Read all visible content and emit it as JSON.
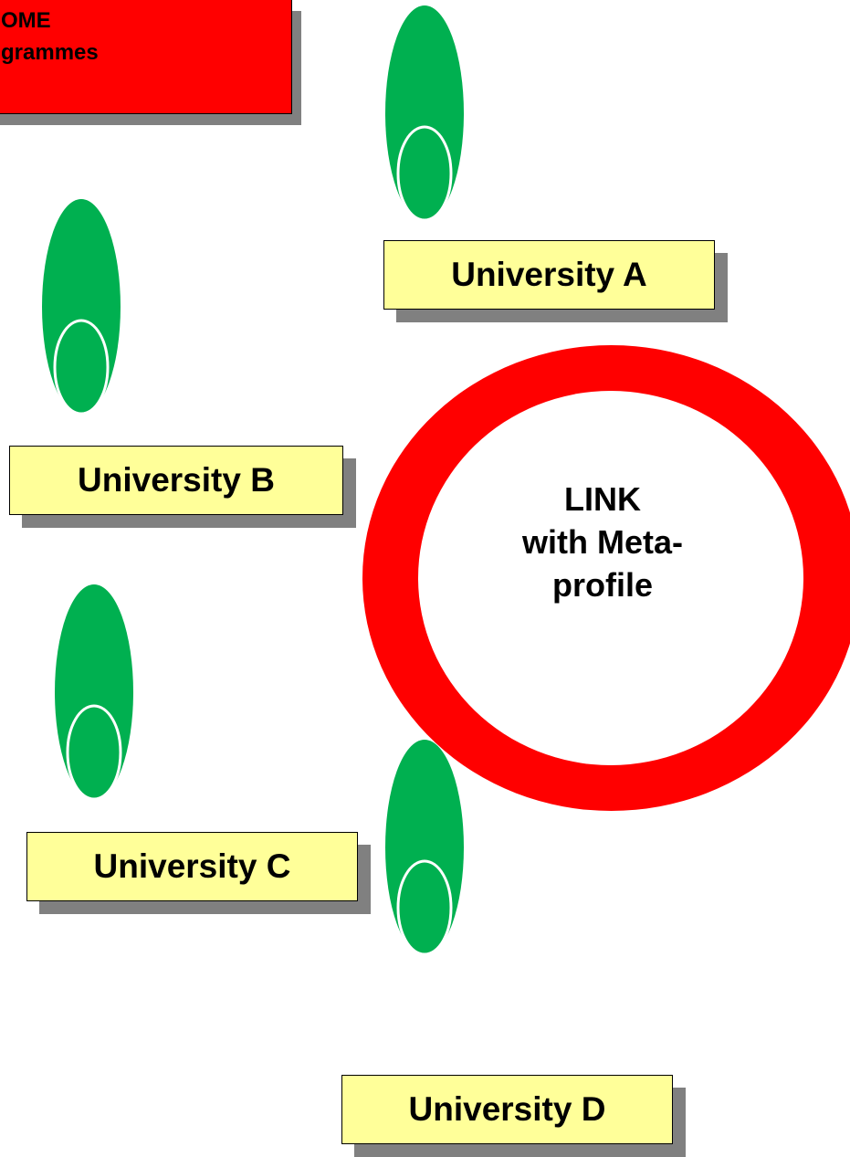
{
  "top_box": {
    "line1": "OME",
    "line2": "grammes"
  },
  "universities": {
    "a": "University A",
    "b": "University B",
    "c": "University C",
    "d": "University D"
  },
  "center": {
    "line1": "LINK",
    "line2": "with Meta-",
    "line3": "profile"
  },
  "colors": {
    "figure": "#00b050",
    "ring": "#ff0000",
    "label_fill": "#ffff99",
    "top_box_fill": "#ff0000"
  },
  "icons": [
    "person-icon"
  ]
}
